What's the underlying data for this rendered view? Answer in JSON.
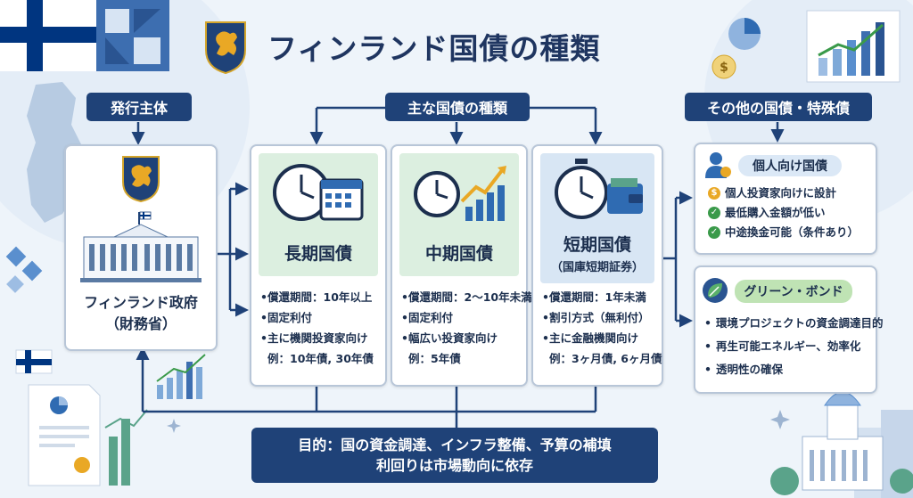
{
  "title": "フィンランド国債の種類",
  "pills": {
    "issuer": "発行主体",
    "main_types": "主な国債の種類",
    "other": "その他の国債・特殊債"
  },
  "issuer": {
    "line1": "フィンランド政府",
    "line2": "（財務省）"
  },
  "bonds": [
    {
      "name": "長期国債",
      "sub": "",
      "bullets": [
        "償還期間：10年以上",
        "固定利付",
        "主に機関投資家向け",
        "例：10年債, 30年債"
      ]
    },
    {
      "name": "中期国債",
      "sub": "",
      "bullets": [
        "償還期間：2〜10年未満",
        "固定利付",
        "幅広い投資家向け",
        "例：5年債"
      ]
    },
    {
      "name": "短期国債",
      "sub": "（国庫短期証券）",
      "bullets": [
        "償還期間：1年未満",
        "割引方式（無利付）",
        "主に金融機関向け",
        "例：3ヶ月債, 6ヶ月債"
      ]
    }
  ],
  "retail": {
    "tag": "個人向け国債",
    "items": [
      "個人投資家向けに設計",
      "最低購入金額が低い",
      "中途換金可能（条件あり）"
    ]
  },
  "green": {
    "tag": "グリーン・ボンド",
    "items": [
      "環境プロジェクトの資金調達目的",
      "再生可能エネルギー、効率化",
      "透明性の確保"
    ]
  },
  "banner": {
    "line1": "目的：国の資金調達、インフラ整備、予算の補填",
    "line2": "利回りは市場動向に依存"
  },
  "colors": {
    "navy": "#1f4278",
    "finland_blue": "#003580",
    "long_bg": "#dcefe0",
    "mid_bg": "#dcefe0",
    "short_bg": "#d8e6f4",
    "retail_tag_bg": "#dbe8f6",
    "green_tag_bg": "#bfe3b4",
    "check_green": "#3a9a4a",
    "coin_gold": "#e9a825"
  },
  "icons": {
    "bond_long": "clock-calendar-icon",
    "bond_mid": "clock-rising-chart-icon",
    "bond_short": "stopwatch-wallet-icon",
    "retail": "person-icon",
    "green": "leaf-icon",
    "emblem": "finnish-lion-emblem-icon"
  }
}
